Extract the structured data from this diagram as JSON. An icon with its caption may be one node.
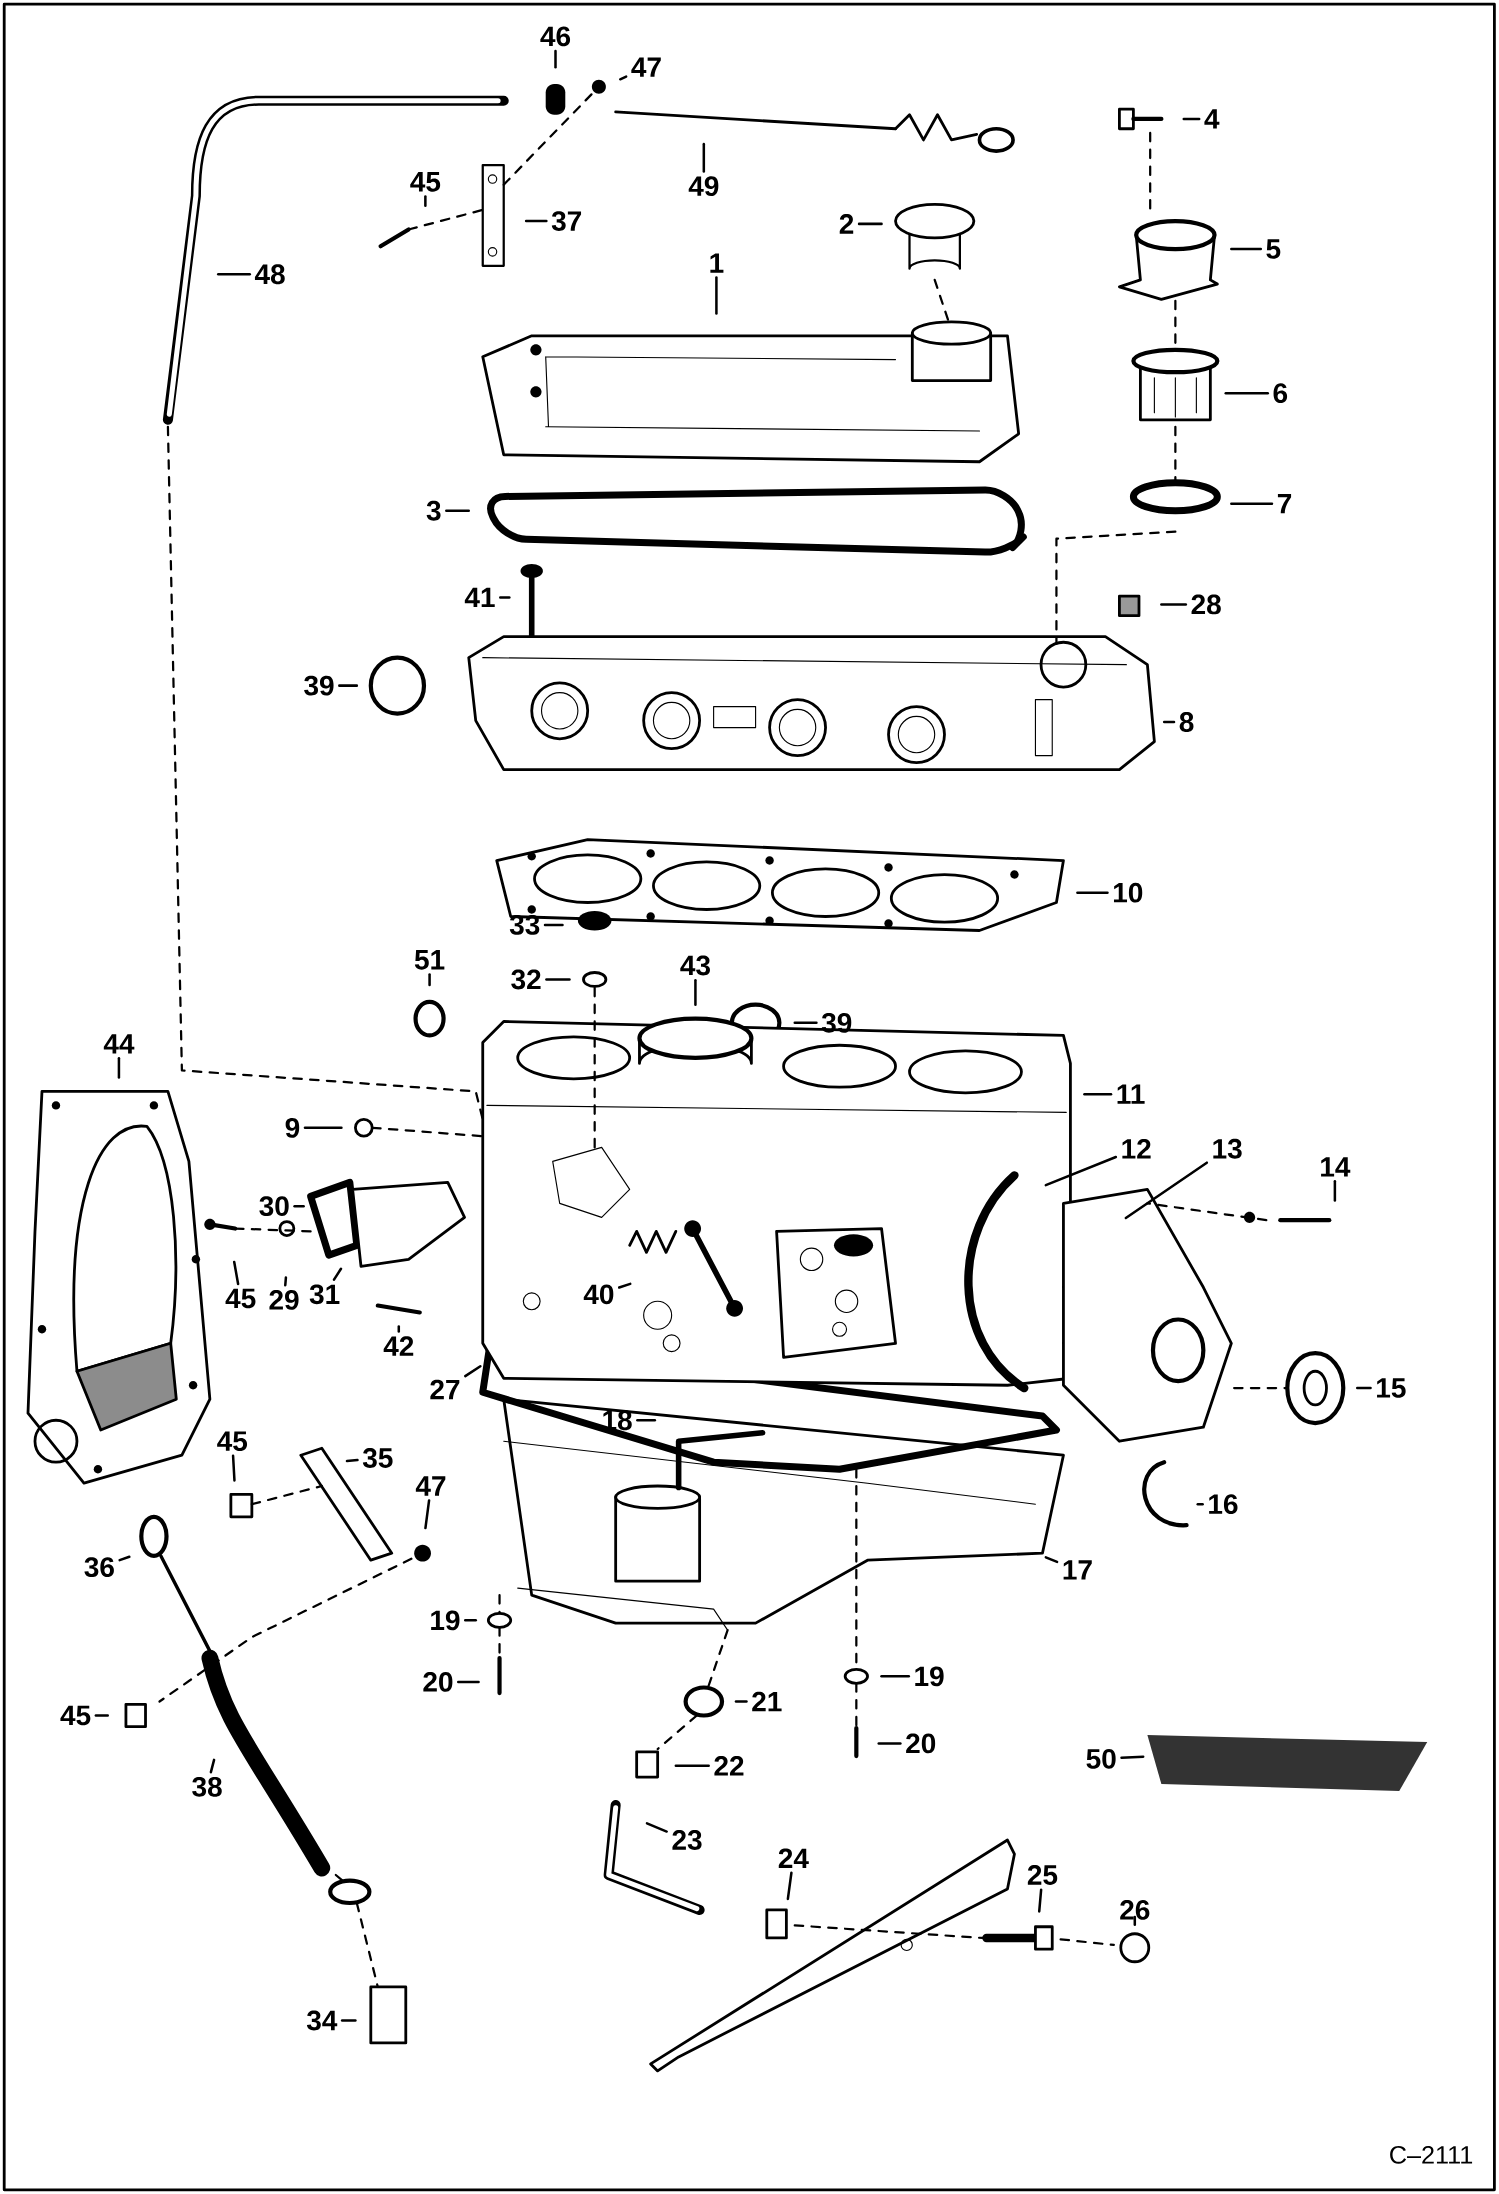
{
  "diagram": {
    "nodes": [
      {
        "text": [
          "46"
        ]
      },
      {
        "text": [
          "47"
        ]
      },
      {
        "text": [
          "49"
        ]
      },
      {
        "text": [
          "4"
        ]
      },
      {
        "text": [
          "45"
        ]
      },
      {
        "text": [
          "37"
        ]
      },
      {
        "text": [
          "2"
        ]
      },
      {
        "text": [
          "5"
        ]
      },
      {
        "text": [
          "48"
        ]
      },
      {
        "text": [
          "1"
        ]
      },
      {
        "text": [
          "6"
        ]
      },
      {
        "text": [
          "3"
        ]
      },
      {
        "text": [
          "7"
        ]
      },
      {
        "text": [
          "41"
        ]
      },
      {
        "text": [
          "28"
        ]
      },
      {
        "text": [
          "39"
        ]
      },
      {
        "text": [
          "8"
        ]
      },
      {
        "text": [
          "10"
        ]
      },
      {
        "text": [
          "33"
        ]
      },
      {
        "text": [
          "32"
        ]
      },
      {
        "text": [
          "51"
        ]
      },
      {
        "text": [
          "43"
        ]
      },
      {
        "text": [
          "39"
        ]
      },
      {
        "text": [
          "11"
        ]
      },
      {
        "text": [
          "44"
        ]
      },
      {
        "text": [
          "9"
        ]
      },
      {
        "text": [
          "12"
        ]
      },
      {
        "text": [
          "13"
        ]
      },
      {
        "text": [
          "14"
        ]
      },
      {
        "text": [
          "30"
        ]
      },
      {
        "text": [
          "45"
        ]
      },
      {
        "text": [
          "29"
        ]
      },
      {
        "text": [
          "31"
        ]
      },
      {
        "text": [
          "40"
        ]
      },
      {
        "text": [
          "42"
        ]
      },
      {
        "text": [
          "27"
        ]
      },
      {
        "text": [
          "15"
        ]
      },
      {
        "text": [
          "18"
        ]
      },
      {
        "text": [
          "45"
        ]
      },
      {
        "text": [
          "35"
        ]
      },
      {
        "text": [
          "47"
        ]
      },
      {
        "text": [
          "16"
        ]
      },
      {
        "text": [
          "36"
        ]
      },
      {
        "text": [
          "17"
        ]
      },
      {
        "text": [
          "19"
        ]
      },
      {
        "text": [
          "20"
        ]
      },
      {
        "text": [
          "19"
        ]
      },
      {
        "text": [
          "21"
        ]
      },
      {
        "text": [
          "45"
        ]
      },
      {
        "text": [
          "20"
        ]
      },
      {
        "text": [
          "50"
        ]
      },
      {
        "text": [
          "22"
        ]
      },
      {
        "text": [
          "38"
        ]
      },
      {
        "text": [
          "23"
        ]
      },
      {
        "text": [
          "24"
        ]
      },
      {
        "text": [
          "25"
        ]
      },
      {
        "text": [
          "26"
        ]
      },
      {
        "text": [
          "34"
        ]
      }
    ],
    "edges": [
      {
        "from": 0,
        "to": null,
        "arrow": "none"
      },
      {
        "from": 1,
        "to": null,
        "arrow": "none"
      },
      {
        "from": 2,
        "to": null,
        "arrow": "none"
      },
      {
        "from": 3,
        "to": null,
        "arrow": "none"
      },
      {
        "from": 4,
        "to": null,
        "arrow": "none"
      },
      {
        "from": 5,
        "to": null,
        "arrow": "none"
      },
      {
        "from": 6,
        "to": null,
        "arrow": "none"
      },
      {
        "from": 7,
        "to": null,
        "arrow": "none"
      },
      {
        "from": 8,
        "to": null,
        "arrow": "none"
      },
      {
        "from": 9,
        "to": null,
        "arrow": "none"
      },
      {
        "from": 10,
        "to": null,
        "arrow": "none"
      },
      {
        "from": 11,
        "to": null,
        "arrow": "none"
      },
      {
        "from": 12,
        "to": null,
        "arrow": "none"
      },
      {
        "from": 13,
        "to": null,
        "arrow": "none"
      },
      {
        "from": 14,
        "to": null,
        "arrow": "none"
      },
      {
        "from": 15,
        "to": null,
        "arrow": "none"
      },
      {
        "from": 16,
        "to": null,
        "arrow": "none"
      },
      {
        "from": 17,
        "to": null,
        "arrow": "none"
      },
      {
        "from": 18,
        "to": null,
        "arrow": "none"
      },
      {
        "from": 19,
        "to": null,
        "arrow": "none"
      },
      {
        "from": 20,
        "to": null,
        "arrow": "none"
      },
      {
        "from": 21,
        "to": null,
        "arrow": "none"
      },
      {
        "from": 22,
        "to": null,
        "arrow": "none"
      },
      {
        "from": 23,
        "to": null,
        "arrow": "none"
      },
      {
        "from": 24,
        "to": null,
        "arrow": "none"
      },
      {
        "from": 25,
        "to": null,
        "arrow": "none"
      },
      {
        "from": 26,
        "to": null,
        "arrow": "none"
      },
      {
        "from": 27,
        "to": null,
        "arrow": "none"
      },
      {
        "from": 28,
        "to": null,
        "arrow": "none"
      },
      {
        "from": 29,
        "to": null,
        "arrow": "none"
      },
      {
        "from": 30,
        "to": null,
        "arrow": "none"
      },
      {
        "from": 31,
        "to": null,
        "arrow": "none"
      },
      {
        "from": 32,
        "to": null,
        "arrow": "none"
      },
      {
        "from": 33,
        "to": null,
        "arrow": "none"
      },
      {
        "from": 34,
        "to": null,
        "arrow": "none"
      },
      {
        "from": 35,
        "to": null,
        "arrow": "none"
      },
      {
        "from": 36,
        "to": null,
        "arrow": "none"
      },
      {
        "from": 37,
        "to": null,
        "arrow": "none"
      },
      {
        "from": 38,
        "to": null,
        "arrow": "none"
      },
      {
        "from": 39,
        "to": null,
        "arrow": "none"
      },
      {
        "from": 40,
        "to": null,
        "arrow": "none"
      },
      {
        "from": 41,
        "to": null,
        "arrow": "none"
      },
      {
        "from": 42,
        "to": null,
        "arrow": "none"
      },
      {
        "from": 43,
        "to": null,
        "arrow": "none"
      },
      {
        "from": 44,
        "to": null,
        "arrow": "none"
      },
      {
        "from": 45,
        "to": null,
        "arrow": "none"
      },
      {
        "from": 46,
        "to": null,
        "arrow": "none"
      },
      {
        "from": 47,
        "to": null,
        "arrow": "none"
      },
      {
        "from": 48,
        "to": null,
        "arrow": "none"
      },
      {
        "from": 49,
        "to": null,
        "arrow": "none"
      },
      {
        "from": 50,
        "to": null,
        "arrow": "none"
      },
      {
        "from": 51,
        "to": null,
        "arrow": "none"
      },
      {
        "from": 52,
        "to": null,
        "arrow": "none"
      },
      {
        "from": 53,
        "to": null,
        "arrow": "none"
      },
      {
        "from": 54,
        "to": null,
        "arrow": "none"
      },
      {
        "from": 55,
        "to": null,
        "arrow": "none"
      },
      {
        "from": 56,
        "to": null,
        "arrow": "none"
      },
      {
        "from": 57,
        "to": null,
        "arrow": "none"
      }
    ],
    "labels": [
      "C–2111"
    ]
  }
}
